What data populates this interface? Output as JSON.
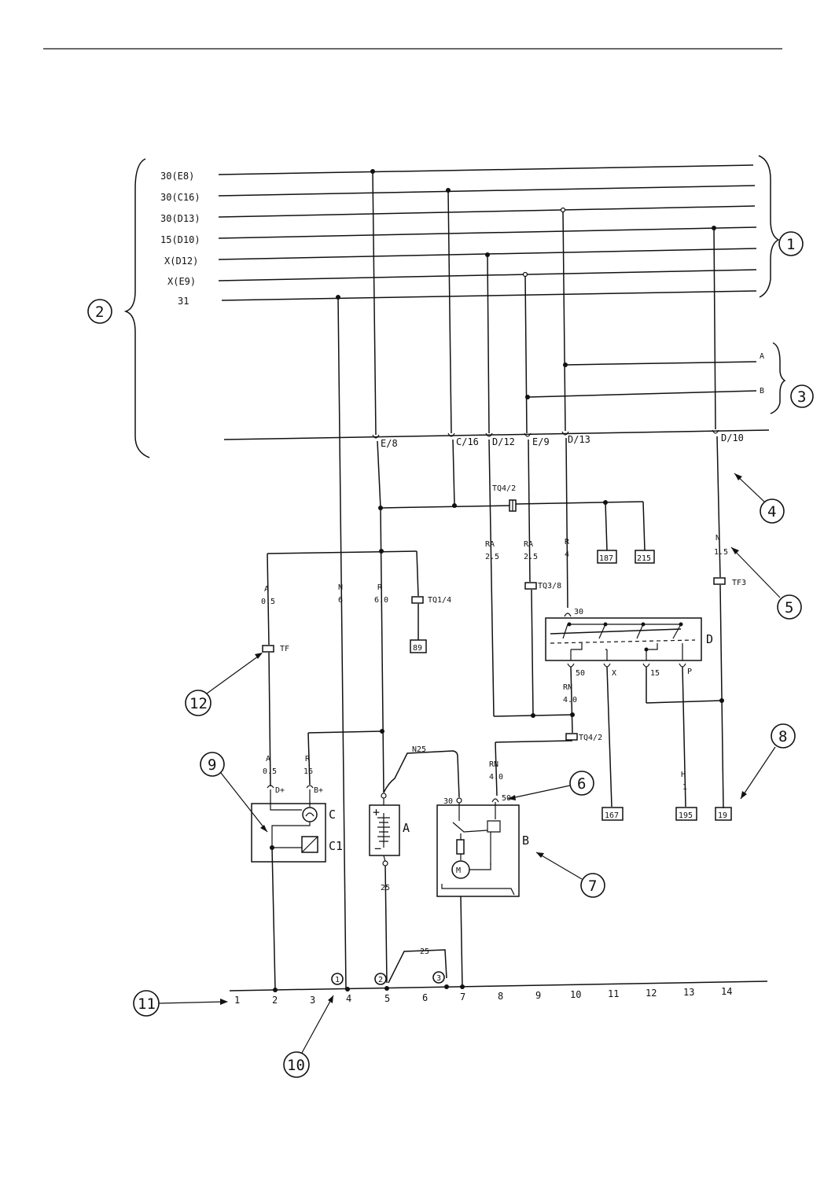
{
  "bus_labels": [
    "30(E8)",
    "30(C16)",
    "30(D13)",
    "15(D10)",
    "X(D12)",
    "X(E9)",
    "31"
  ],
  "connector_labels": [
    "E/8",
    "C/16",
    "D/12",
    "E/9",
    "D/13",
    "D/10"
  ],
  "ab_labels": [
    "A",
    "B"
  ],
  "wire_labels": {
    "n_15": [
      "N",
      "1.5"
    ],
    "a_05_top": [
      "A",
      "0.5"
    ],
    "n_6": [
      "N",
      "6"
    ],
    "r_60": [
      "R",
      "6.0"
    ],
    "ra_25_a": [
      "RA",
      "2.5"
    ],
    "ra_25_b": [
      "RA",
      "2.5"
    ],
    "r_4": [
      "R",
      "4"
    ],
    "rn_40_top": [
      "RN",
      "4.0"
    ],
    "a_05_low": [
      "A",
      "0.5"
    ],
    "r_16": [
      "R",
      "16"
    ],
    "rn_40_low": [
      "RN",
      "4.0"
    ],
    "h_1": [
      "H",
      "1"
    ],
    "n25": "N25",
    "w25_a": "25",
    "w25_b": "25"
  },
  "connector_tags": {
    "tq4_2_top": "TQ4/2",
    "tq1_4": "TQ1/4",
    "tq3_8": "TQ3/8",
    "tf3": "TF3",
    "tf": "TF",
    "tq4_2_low": "TQ4/2"
  },
  "ref_boxes": [
    "187",
    "215",
    "89",
    "167",
    "195",
    "19"
  ],
  "components": {
    "ignition_switch": {
      "label": "D",
      "pins": [
        "30",
        "50",
        "X",
        "15",
        "P"
      ]
    },
    "alternator": {
      "labels": [
        "C",
        "C1"
      ],
      "pins": [
        "D+",
        "B+"
      ]
    },
    "battery": {
      "label": "A",
      "plus": "+",
      "minus": "−"
    },
    "starter": {
      "label": "B",
      "pins": [
        "30",
        "50"
      ],
      "motor": "M"
    }
  },
  "ground_numbers": [
    "1",
    "2",
    "3",
    "4",
    "5",
    "6",
    "7",
    "8",
    "9",
    "10",
    "11",
    "12",
    "13",
    "14"
  ],
  "ground_points": [
    "1",
    "2",
    "3"
  ],
  "callouts": [
    "1",
    "2",
    "3",
    "4",
    "5",
    "6",
    "7",
    "8",
    "9",
    "10",
    "11",
    "12"
  ]
}
